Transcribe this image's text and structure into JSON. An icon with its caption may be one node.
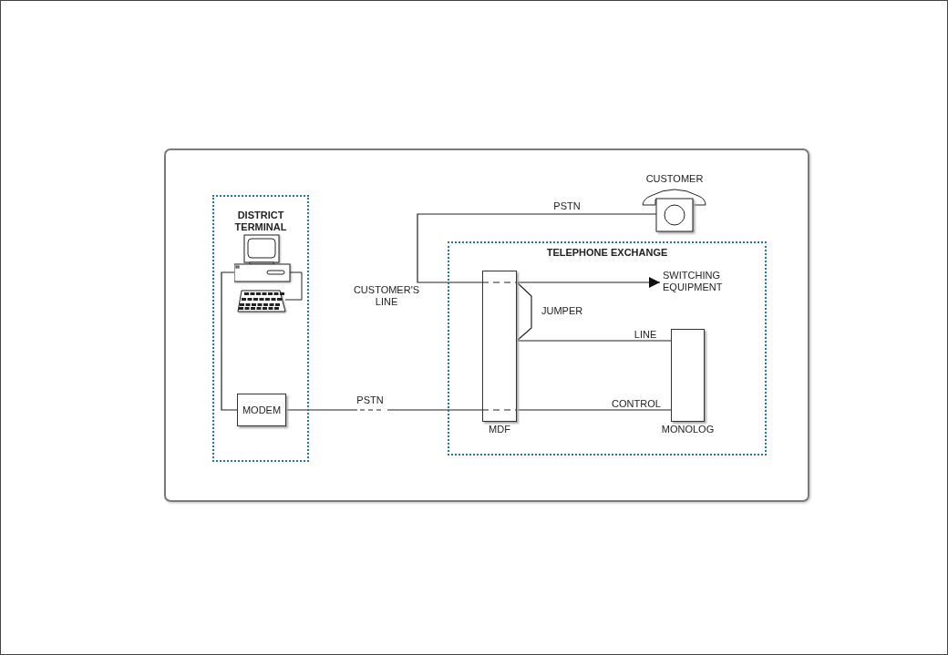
{
  "diagram": {
    "nodes": [
      {
        "text": [
          "DISTRICT TERMINAL"
        ]
      },
      {
        "text": [],
        "shape": "picture",
        "in": 0
      },
      {
        "text": [
          "MODEM"
        ],
        "in": 0
      },
      {
        "text": [
          "TELEPHONE EXCHANGE"
        ]
      },
      {
        "text": [
          "MDF"
        ],
        "in": 3
      },
      {
        "text": [
          "MONOLOG"
        ],
        "in": 3
      },
      {
        "text": [
          "CUSTOMER"
        ]
      },
      {
        "text": [
          "SWITCHING EQUIPMENT"
        ],
        "in": 3
      }
    ],
    "edges": [
      {
        "from": 1,
        "to": 2,
        "arrow": "none"
      },
      {
        "from": 2,
        "to": 4,
        "arrow": "none",
        "label": "PSTN"
      },
      {
        "from": 4,
        "to": 5,
        "arrow": "none",
        "label": "CONTROL"
      },
      {
        "from": 6,
        "to": 4,
        "arrow": "none",
        "label": "PSTN"
      },
      {
        "from": 4,
        "to": 7,
        "arrow": "to"
      },
      {
        "from": 4,
        "to": 5,
        "arrow": "none",
        "label": "LINE"
      }
    ],
    "labels": [
      "CUSTOMER'S LINE",
      "JUMPER"
    ]
  }
}
